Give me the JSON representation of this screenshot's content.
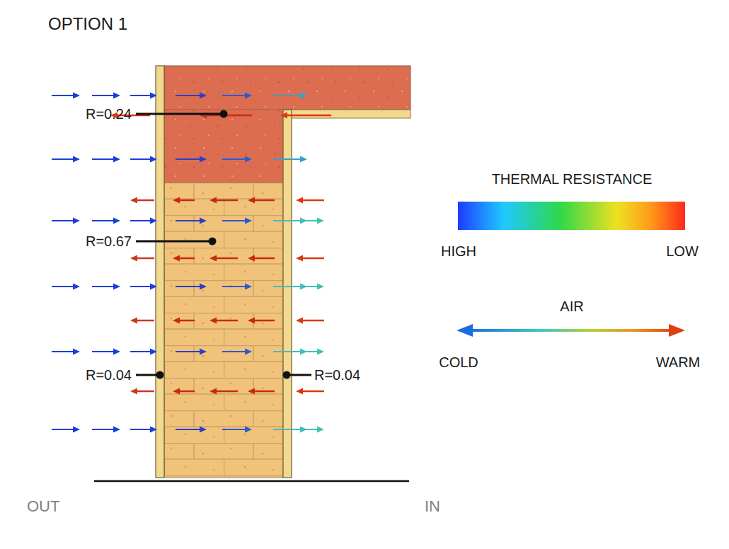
{
  "diagram": {
    "title": "OPTION 1",
    "labels": [
      "R=0.24",
      "R=0.67",
      "R=0.04",
      "R=0.04",
      "THERMAL RESISTANCE",
      "HIGH",
      "LOW",
      "AIR",
      "COLD",
      "WARM",
      "OUT",
      "IN"
    ]
  }
}
